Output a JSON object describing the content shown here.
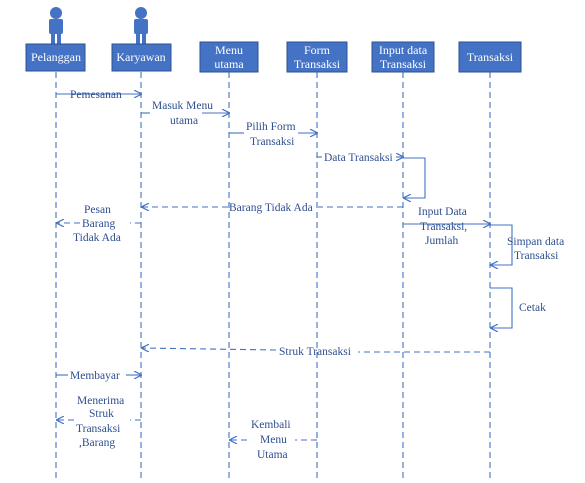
{
  "lifelines": [
    {
      "id": "pelanggan",
      "label": "Pelanggan",
      "actor": true
    },
    {
      "id": "karyawan",
      "label": "Karyawan",
      "actor": true
    },
    {
      "id": "menu",
      "label_lines": [
        "Menu",
        "utama"
      ],
      "actor": false
    },
    {
      "id": "form",
      "label_lines": [
        "Form",
        "Transaksi"
      ],
      "actor": false
    },
    {
      "id": "input",
      "label_lines": [
        "Input data",
        "Transaksi"
      ],
      "actor": false
    },
    {
      "id": "transaksi",
      "label": "Transaksi",
      "actor": false
    }
  ],
  "messages": [
    {
      "id": "pemesanan",
      "lines": [
        "Pemesanan"
      ]
    },
    {
      "id": "masuk-menu",
      "lines": [
        "Masuk Menu",
        "utama"
      ]
    },
    {
      "id": "pilih-form",
      "lines": [
        "Pilih Form",
        "Transaksi"
      ]
    },
    {
      "id": "data-transaksi",
      "lines": [
        "Data Transaksi"
      ]
    },
    {
      "id": "barang-tidak-ada",
      "lines": [
        "Barang Tidak Ada"
      ]
    },
    {
      "id": "pesan-barang",
      "lines": [
        "Pesan",
        "Barang",
        "Tidak Ada"
      ]
    },
    {
      "id": "input-data",
      "lines": [
        "Input Data",
        "Transaksi,",
        "Jumlah"
      ]
    },
    {
      "id": "simpan-data",
      "lines": [
        "Simpan data",
        "Transaksi"
      ]
    },
    {
      "id": "cetak",
      "lines": [
        "Cetak"
      ]
    },
    {
      "id": "struk",
      "lines": [
        "Struk Transaksi"
      ]
    },
    {
      "id": "membayar",
      "lines": [
        "Membayar"
      ]
    },
    {
      "id": "menerima",
      "lines": [
        "Menerima",
        "Struk",
        "Transaksi",
        ",Barang"
      ]
    },
    {
      "id": "kembali",
      "lines": [
        "Kembali",
        "Menu",
        "Utama"
      ]
    }
  ]
}
